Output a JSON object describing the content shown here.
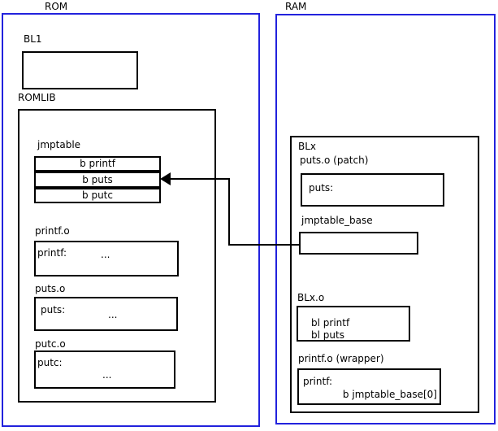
{
  "colors": {
    "frame_blue": "#2222dd",
    "line_black": "#000000",
    "background": "#ffffff"
  },
  "rom": {
    "title": "ROM",
    "bl1_label": "BL1",
    "romlib_label": "ROMLIB",
    "jmptable": {
      "label": "jmptable",
      "entries": [
        "b printf",
        "b puts",
        "b putc"
      ]
    },
    "objects": [
      {
        "label": "printf.o",
        "symbol": "printf:",
        "dots": "..."
      },
      {
        "label": "puts.o",
        "symbol": "puts:",
        "dots": "..."
      },
      {
        "label": "putc.o",
        "symbol": "putc:",
        "dots": "..."
      }
    ]
  },
  "ram": {
    "title": "RAM",
    "blx_label": "BLx",
    "puts_patch": {
      "label": "puts.o (patch)",
      "symbol": "puts:"
    },
    "jmptable_base": {
      "label": "jmptable_base"
    },
    "blx_o": {
      "label": "BLx.o",
      "lines": [
        "bl printf",
        "bl puts"
      ]
    },
    "printf_wrapper": {
      "label": "printf.o (wrapper)",
      "symbol": "printf:",
      "branch": "b jmptable_base[0]"
    }
  }
}
